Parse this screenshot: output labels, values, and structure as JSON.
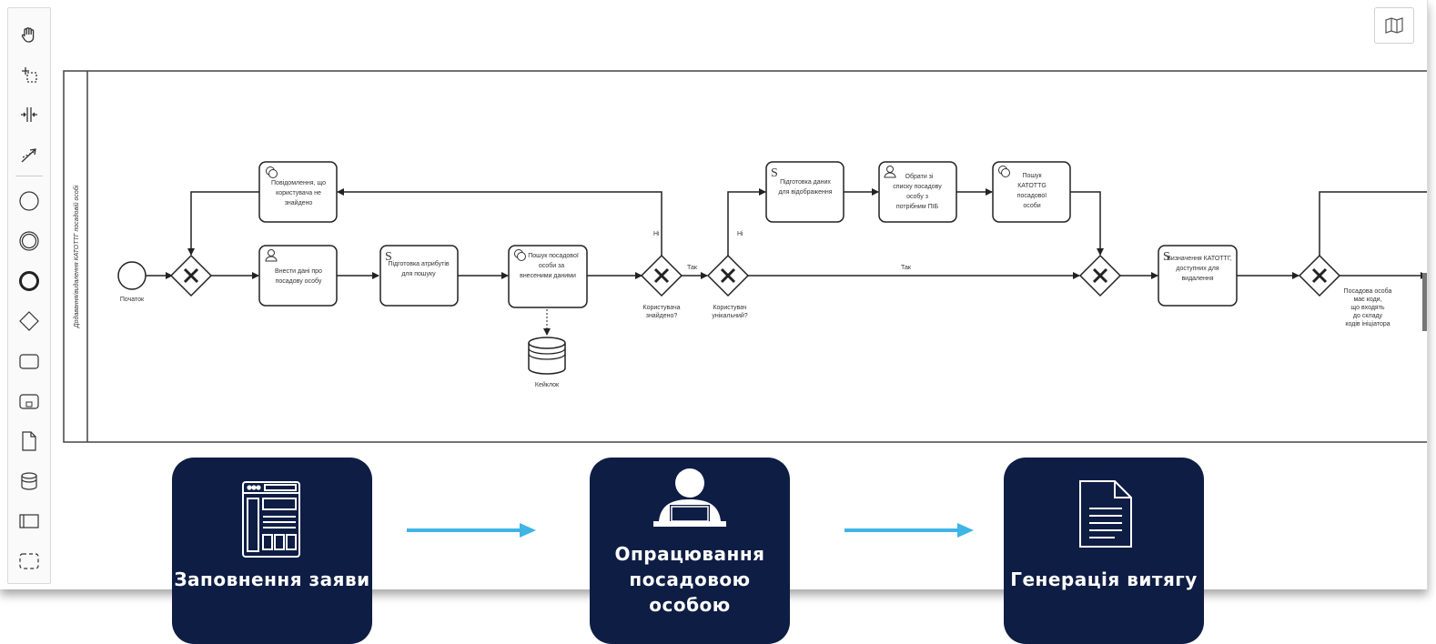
{
  "pool": {
    "label": "Додавання/видалення КАТОТТГ посадовій особі"
  },
  "events": {
    "start": "Початок"
  },
  "tasks": {
    "notify_not_found": "Повідомлення, що користувача не знайдено",
    "enter_data": "Внести дані про посадову особу",
    "prepare_attrs": "Підготовка атрибутів для пошуку",
    "search_official": "Пошук посадової особи за внесеними даними",
    "prepare_display": "Підготовка даних для відображення",
    "choose_from_list": "Обрати зі списку посадову особу з потрібним ПІБ",
    "search_katottg": "Пошук КАТОТТG посадової особи",
    "determine_katottg": "Визначення КАТОТТГ, доступних для видалення"
  },
  "datastore": {
    "label": "Кейклок"
  },
  "gateways": {
    "user_found": "Користувача знайдено?",
    "user_unique": "Користувач унікальний?",
    "official_codes": "Посадова особа має коди, що входять до складу кодів ініціатора"
  },
  "flows": {
    "no1": "Ні",
    "yes1": "Так",
    "no2": "Ні",
    "yes2": "Так"
  },
  "steps": [
    {
      "title": "Заповнення заяви",
      "icon": "form-icon"
    },
    {
      "title": "Опрацювання посадовою особою",
      "icon": "official-icon"
    },
    {
      "title": "Генерація витягу",
      "icon": "document-icon"
    }
  ],
  "colors": {
    "card": "#0e1d43",
    "arrow": "#3fb4e5"
  }
}
